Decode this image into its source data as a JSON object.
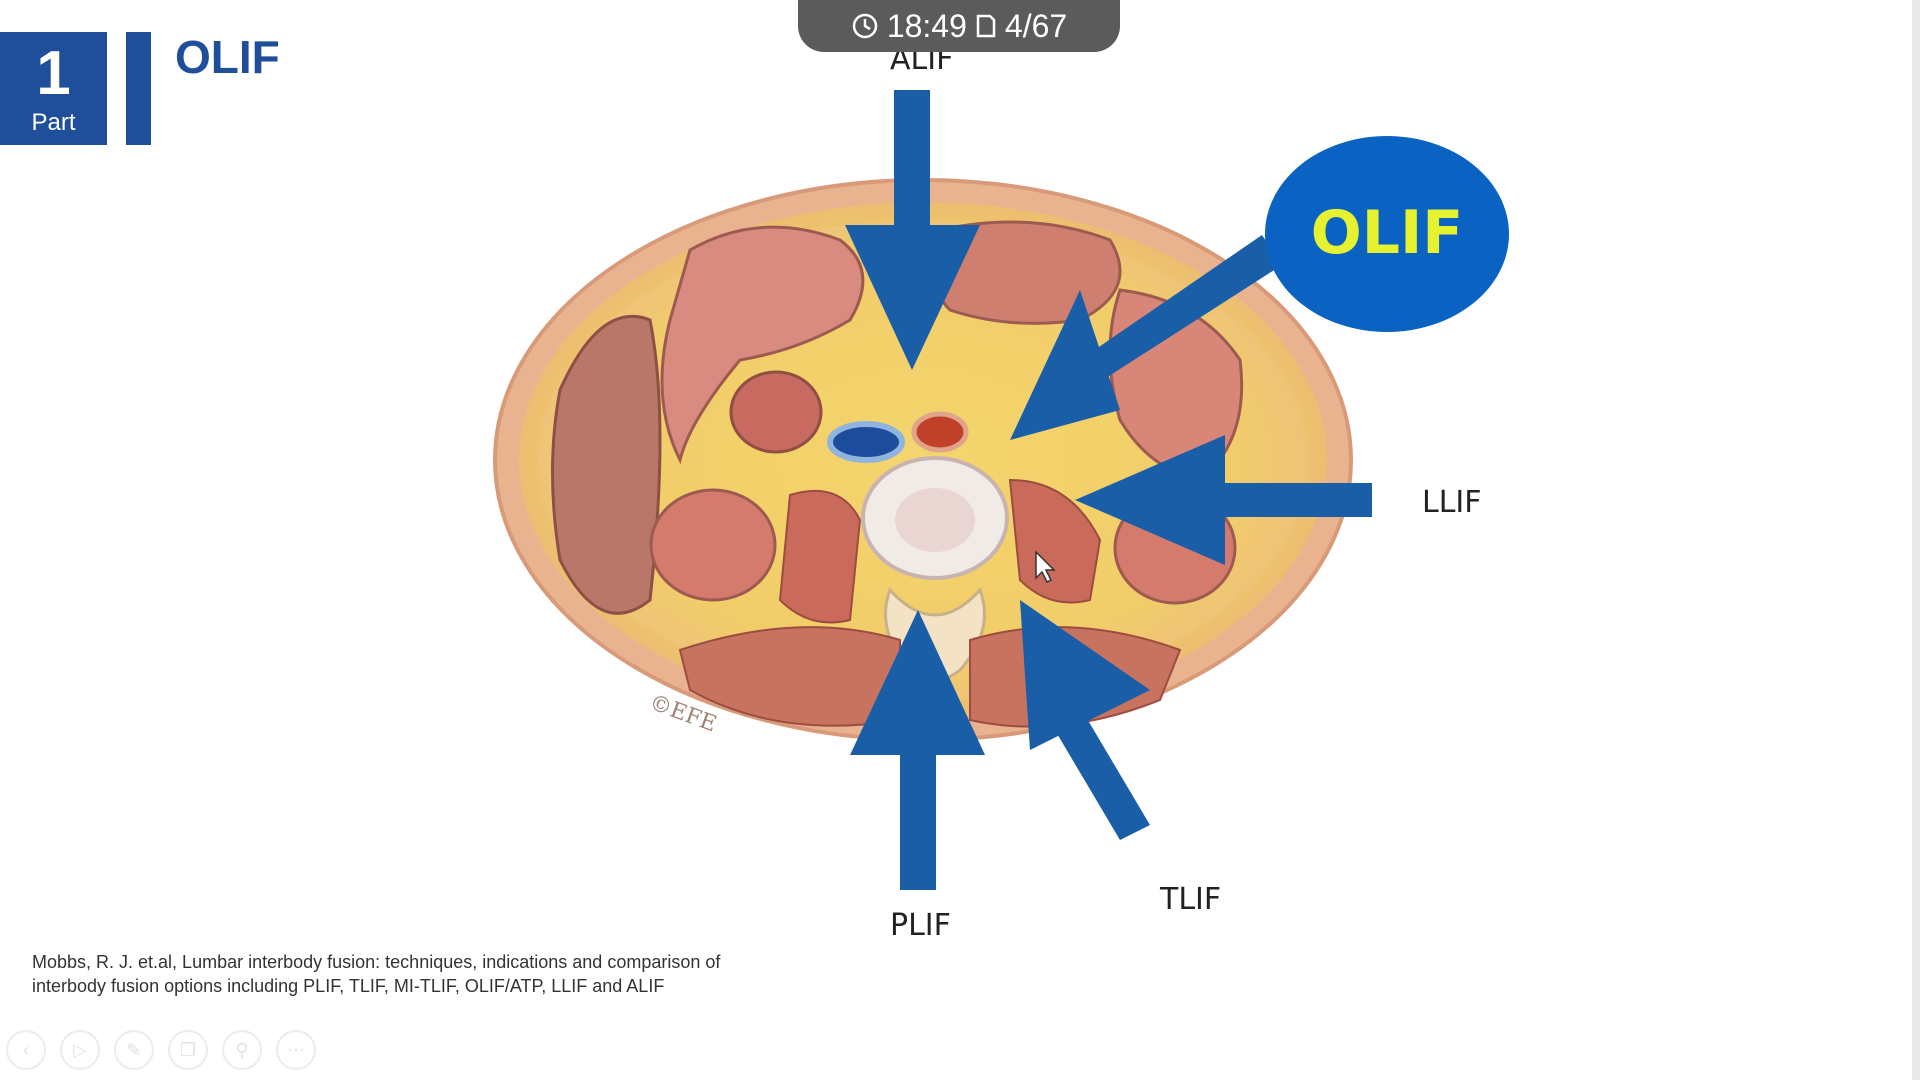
{
  "slide": {
    "part_number": "1",
    "part_label": "Part",
    "title": "OLIF"
  },
  "status_bar": {
    "time": "18:49",
    "slide_counter": "4/67",
    "icons": [
      "clock-icon",
      "slide-icon"
    ]
  },
  "figure": {
    "labels": {
      "alif": "ALIF",
      "olif": "OLIF",
      "llif": "LLIF",
      "plif": "PLIF",
      "tlif": "TLIF"
    },
    "watermark": "©EFE",
    "colors": {
      "arrow": "#1a5ea8",
      "bubble": "#0a63c2",
      "bubble_text": "#e6f230"
    }
  },
  "citation": {
    "line1": "Mobbs, R. J. et.al, Lumbar interbody fusion: techniques, indications and comparison of",
    "line2": "interbody fusion options including PLIF, TLIF, MI-TLIF, OLIF/ATP, LLIF and ALIF"
  },
  "toolbar": {
    "icons": [
      "prev-icon",
      "play-icon",
      "pen-icon",
      "slides-icon",
      "zoom-icon",
      "more-icon"
    ]
  }
}
